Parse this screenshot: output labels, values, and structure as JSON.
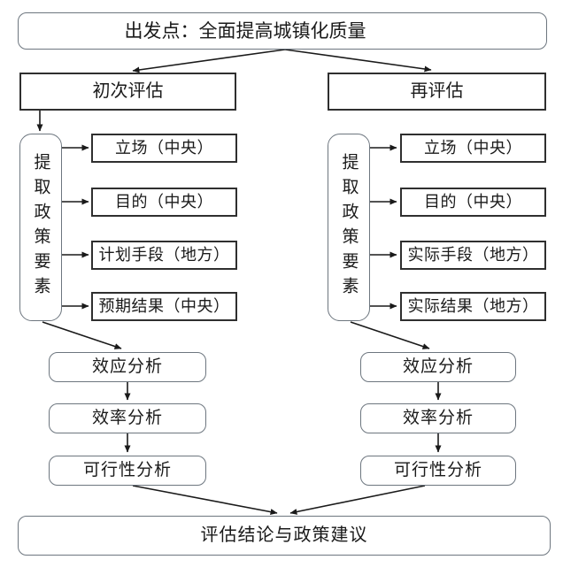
{
  "diagram": {
    "start": "出发点：全面提高城镇化质量",
    "branch_left": "初次评估",
    "branch_right": "再评估",
    "extract": "提取政策要素",
    "elements_left": [
      "立场（中央）",
      "目的（中央）",
      "计划手段（地方）",
      "预期结果（中央）"
    ],
    "elements_right": [
      "立场（中央）",
      "目的（中央）",
      "实际手段（地方）",
      "实际结果（地方）"
    ],
    "analysis": [
      "效应分析",
      "效率分析",
      "可行性分析"
    ],
    "conclusion": "评估结论与政策建议",
    "colors": {
      "background": "#ffffff",
      "rect_border": "#2f2f2f",
      "rounded_border": "#6d767f",
      "arrow": "#1a1a1a",
      "text": "#1a1a1a"
    }
  }
}
